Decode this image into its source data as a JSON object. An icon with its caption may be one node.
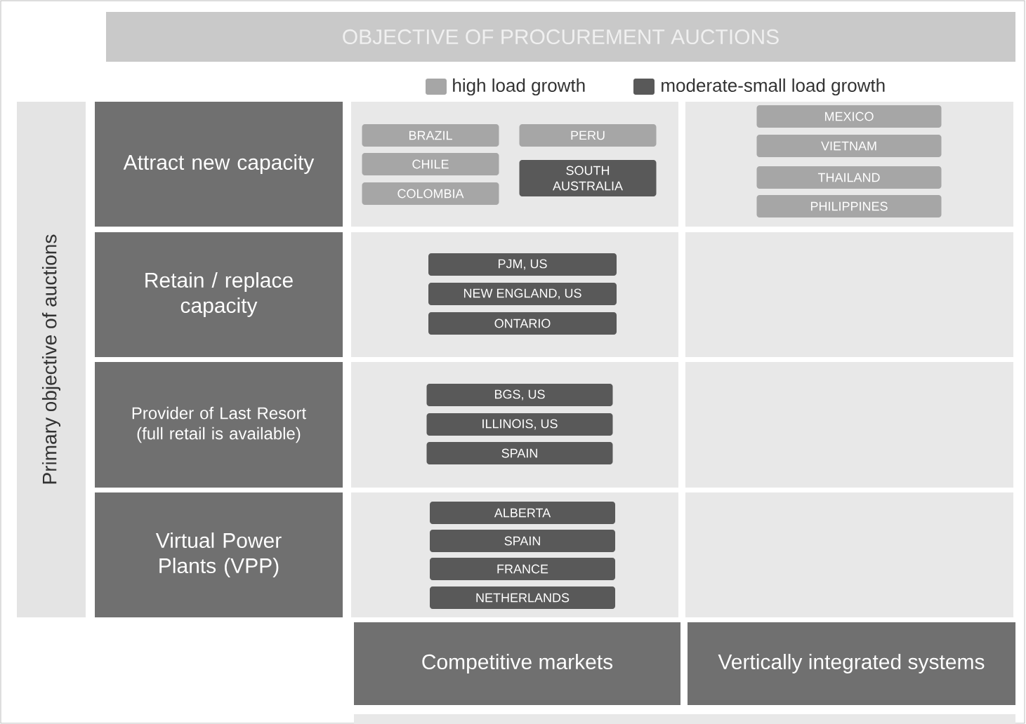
{
  "diagram": {
    "title": "OBJECTIVE OF PROCUREMENT AUCTIONS",
    "nodes": [
      {
        "text": [
          "Primary objective of auctions"
        ]
      },
      {
        "text": [
          "Attract new capacity"
        ]
      },
      {
        "text": [],
        "shape": "box"
      },
      {
        "text": [
          "BRAZIL"
        ],
        "in": 2
      },
      {
        "text": [
          "PERU"
        ],
        "in": 2
      },
      {
        "text": [
          "CHILE"
        ],
        "in": 2
      },
      {
        "text": [
          "SOUTH AUSTRALIA"
        ],
        "in": 2
      },
      {
        "text": [
          "COLOMBIA"
        ],
        "in": 2
      },
      {
        "text": [],
        "shape": "box"
      },
      {
        "text": [
          "MEXICO"
        ],
        "in": 8
      },
      {
        "text": [
          "VIETNAM"
        ],
        "in": 8
      },
      {
        "text": [
          "THAILAND"
        ],
        "in": 8
      },
      {
        "text": [
          "PHILIPPINES"
        ],
        "in": 8
      },
      {
        "text": [
          "Retain / replace capacity"
        ]
      },
      {
        "text": [],
        "shape": "box"
      },
      {
        "text": [
          "PJM, US"
        ],
        "in": 14
      },
      {
        "text": [
          "NEW ENGLAND, US"
        ],
        "in": 14
      },
      {
        "text": [
          "ONTARIO"
        ],
        "in": 14
      },
      {
        "text": [],
        "shape": "box"
      },
      {
        "text": [
          "Provider of Last Resort",
          "(full retail is available)"
        ]
      },
      {
        "text": [],
        "shape": "box"
      },
      {
        "text": [
          "BGS, US"
        ],
        "in": 20
      },
      {
        "text": [
          "ILLINOIS, US"
        ],
        "in": 20
      },
      {
        "text": [
          "SPAIN"
        ],
        "in": 20
      },
      {
        "text": [],
        "shape": "box"
      },
      {
        "text": [
          "Virtual Power Plants (VPP)"
        ]
      },
      {
        "text": [],
        "shape": "box"
      },
      {
        "text": [
          "ALBERTA"
        ],
        "in": 26
      },
      {
        "text": [
          "SPAIN"
        ],
        "in": 26
      },
      {
        "text": [
          "FRANCE"
        ],
        "in": 26
      },
      {
        "text": [
          "NETHERLANDS"
        ],
        "in": 26
      },
      {
        "text": [],
        "shape": "box"
      },
      {
        "text": [
          "Competitive markets"
        ]
      },
      {
        "text": [
          "Vertically integrated systems"
        ]
      }
    ],
    "legend": [
      {
        "text": "high load growth",
        "color": "#a6a6a6"
      },
      {
        "text": "moderate-small load growth",
        "color": "#595959"
      }
    ]
  }
}
